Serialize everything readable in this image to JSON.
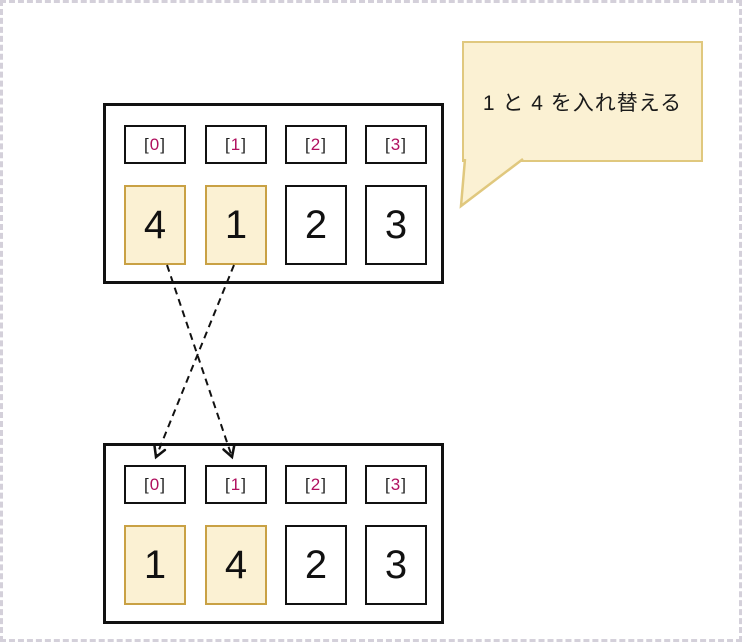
{
  "chars": {
    "lbracket": "[",
    "rbracket": "]"
  },
  "bubble": {
    "text": "1 と 4 を入れ替える"
  },
  "arrays": {
    "top": {
      "indices": [
        "0",
        "1",
        "2",
        "3"
      ],
      "values": [
        "4",
        "1",
        "2",
        "3"
      ],
      "highlighted": [
        true,
        true,
        false,
        false
      ]
    },
    "bottom": {
      "indices": [
        "0",
        "1",
        "2",
        "3"
      ],
      "values": [
        "1",
        "4",
        "2",
        "3"
      ],
      "highlighted": [
        true,
        true,
        false,
        false
      ]
    }
  },
  "colors": {
    "page_border": "#d4d0da",
    "line": "#111111",
    "highlight_fill": "#fbf1d3",
    "highlight_border": "#c9a144",
    "bubble_fill": "#fbf1d3",
    "bubble_border": "#e0c87e",
    "index_digit": "#b0105f"
  }
}
